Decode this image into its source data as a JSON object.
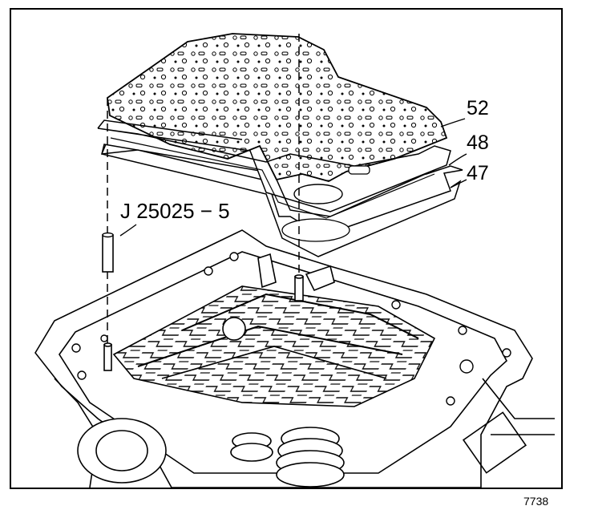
{
  "figure": {
    "callouts": {
      "spacer_plate": "52",
      "gasket_upper": "48",
      "gasket_lower": "47",
      "alignment_pin_tool": "J 25025 − 5"
    },
    "figure_number": "7738"
  }
}
